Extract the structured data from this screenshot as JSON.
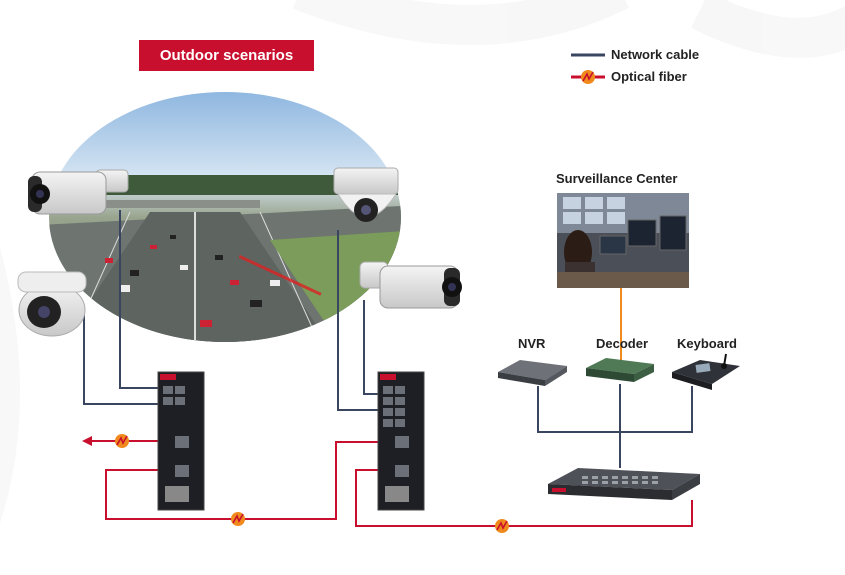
{
  "title": "Outdoor scenarios",
  "legend": {
    "network_cable": "Network cable",
    "optical_fiber": "Optical fiber"
  },
  "labels": {
    "surveillance_center": "Surveillance Center",
    "nvr": "NVR",
    "decoder": "Decoder",
    "keyboard": "Keyboard"
  },
  "colors": {
    "title_bg": "#c8102e",
    "network_cable": "#3a4660",
    "optical_fiber": "#c8102e",
    "fiber_badge": "#f08a1c",
    "decoder_link": "#f08a1c"
  },
  "icons": [
    "bullet-camera-icon",
    "dome-camera-icon",
    "turret-camera-icon",
    "industrial-switch-icon",
    "nvr-icon",
    "decoder-icon",
    "keyboard-icon",
    "core-switch-icon",
    "fiber-icon"
  ]
}
